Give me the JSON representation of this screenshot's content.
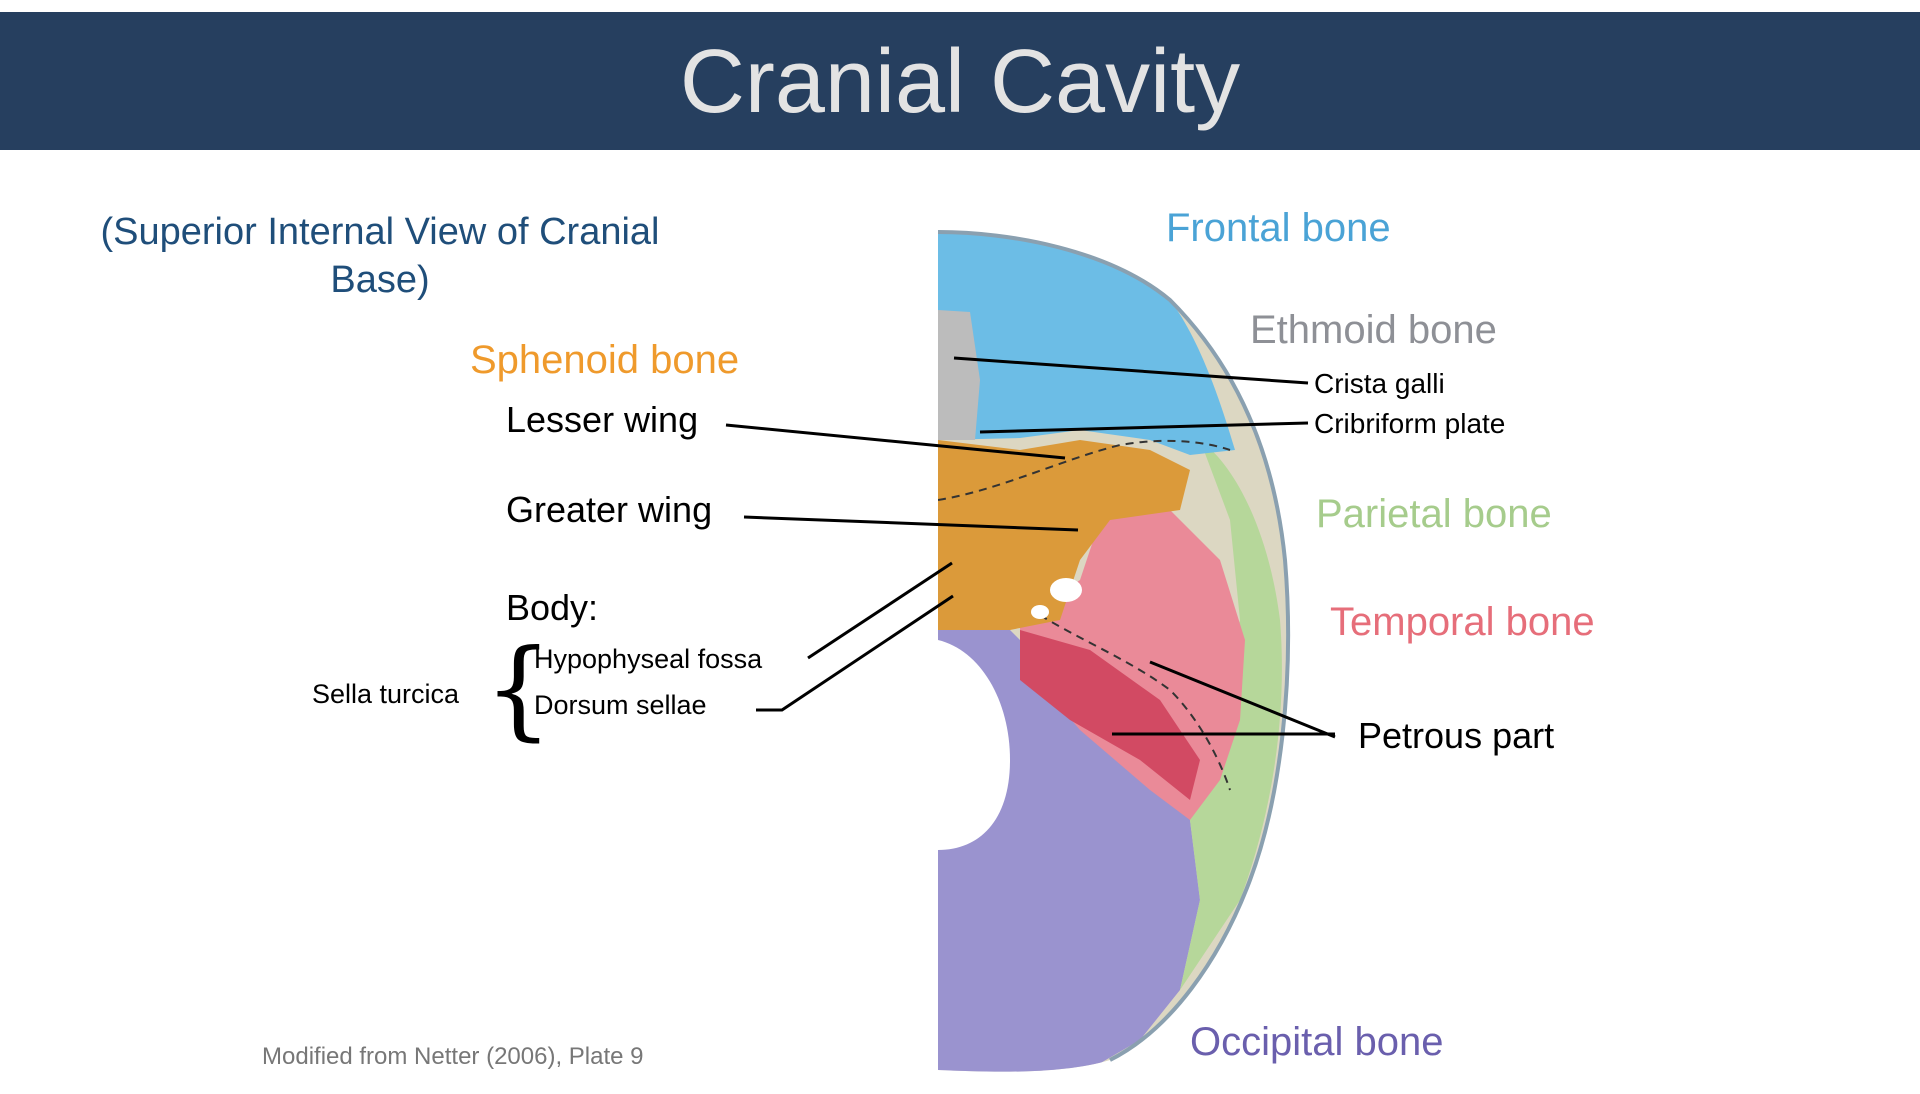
{
  "title": "Cranial Cavity",
  "subtitle": "(Superior Internal View of Cranial Base)",
  "labels": {
    "frontal_bone": "Frontal bone",
    "ethmoid_bone": "Ethmoid bone",
    "crista_galli": "Crista galli",
    "cribriform_plate": "Cribriform plate",
    "sphenoid_bone": "Sphenoid bone",
    "lesser_wing": "Lesser wing",
    "greater_wing": "Greater wing",
    "body": "Body:",
    "hypophyseal_fossa": "Hypophyseal fossa",
    "dorsum_sellae": "Dorsum sellae",
    "sella_turcica": "Sella turcica",
    "parietal_bone": "Parietal bone",
    "temporal_bone": "Temporal bone",
    "petrous_part": "Petrous part",
    "occipital_bone": "Occipital bone"
  },
  "credit": "Modified from Netter (2006), Plate 9",
  "colors": {
    "title_bar": "#263f5f",
    "title_text": "#e3e3e3",
    "subtitle": "#1f4e7a",
    "frontal": "#4aa3d6",
    "ethmoid": "#8e9096",
    "sphenoid": "#ef9a2c",
    "parietal": "#a6cc8c",
    "temporal": "#e66e7a",
    "occipital": "#6a5fad"
  }
}
